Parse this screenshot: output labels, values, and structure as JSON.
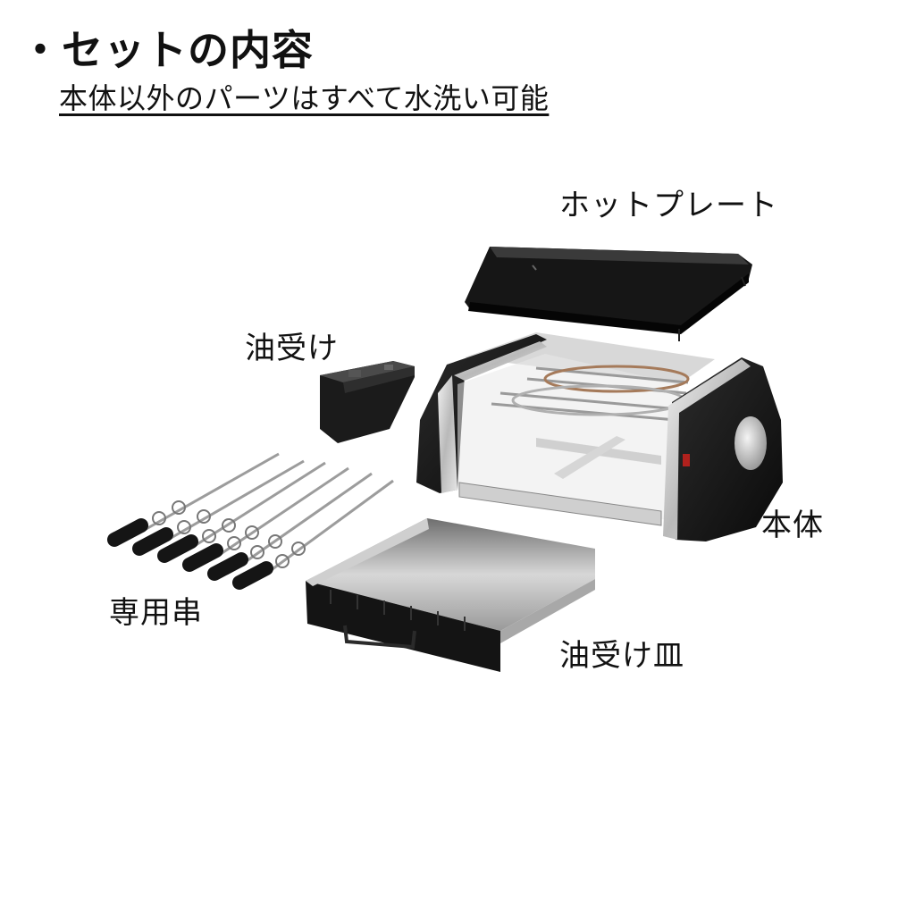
{
  "header": {
    "title": "・セットの内容",
    "subtitle": "本体以外のパーツはすべて水洗い可能"
  },
  "parts": {
    "hot_plate": "ホットプレート",
    "oil_cup": "油受け",
    "main_body": "本体",
    "skewers": "専用串",
    "drip_tray": "油受け皿"
  },
  "colors": {
    "body_black": "#141414",
    "steel": "#c9c9c9",
    "background": "#ffffff"
  }
}
